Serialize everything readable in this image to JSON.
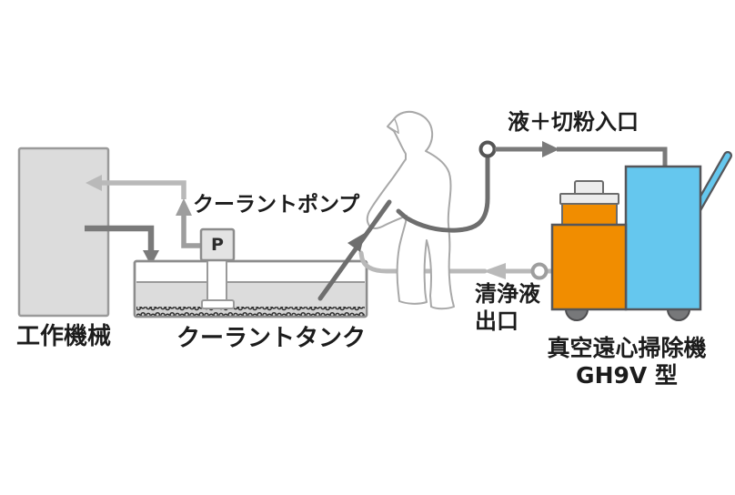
{
  "labels": {
    "machine_tool": "工作機械",
    "coolant_pump": "クーラントポンプ",
    "coolant_tank": "クーラントタンク",
    "inlet": "液＋切粉入口",
    "outlet_line1": "清浄液",
    "outlet_line2": "出口",
    "cleaner_name": "真空遠心掃除機",
    "cleaner_model": "GH9V 型",
    "pump_symbol": "P"
  },
  "colors": {
    "orange": "#F18D00",
    "blue": "#65C7EE",
    "light_pipe": "#b9b9b9",
    "medium_pipe": "#9e9e9e",
    "dark_pipe": "#7a7a7a",
    "hose_dark": "#6e6e6e",
    "machine_fill": "#dcdcdc",
    "outline_gray": "#8c8c8c",
    "wheel_gray": "#77787a",
    "text": "#1c1c1c"
  }
}
